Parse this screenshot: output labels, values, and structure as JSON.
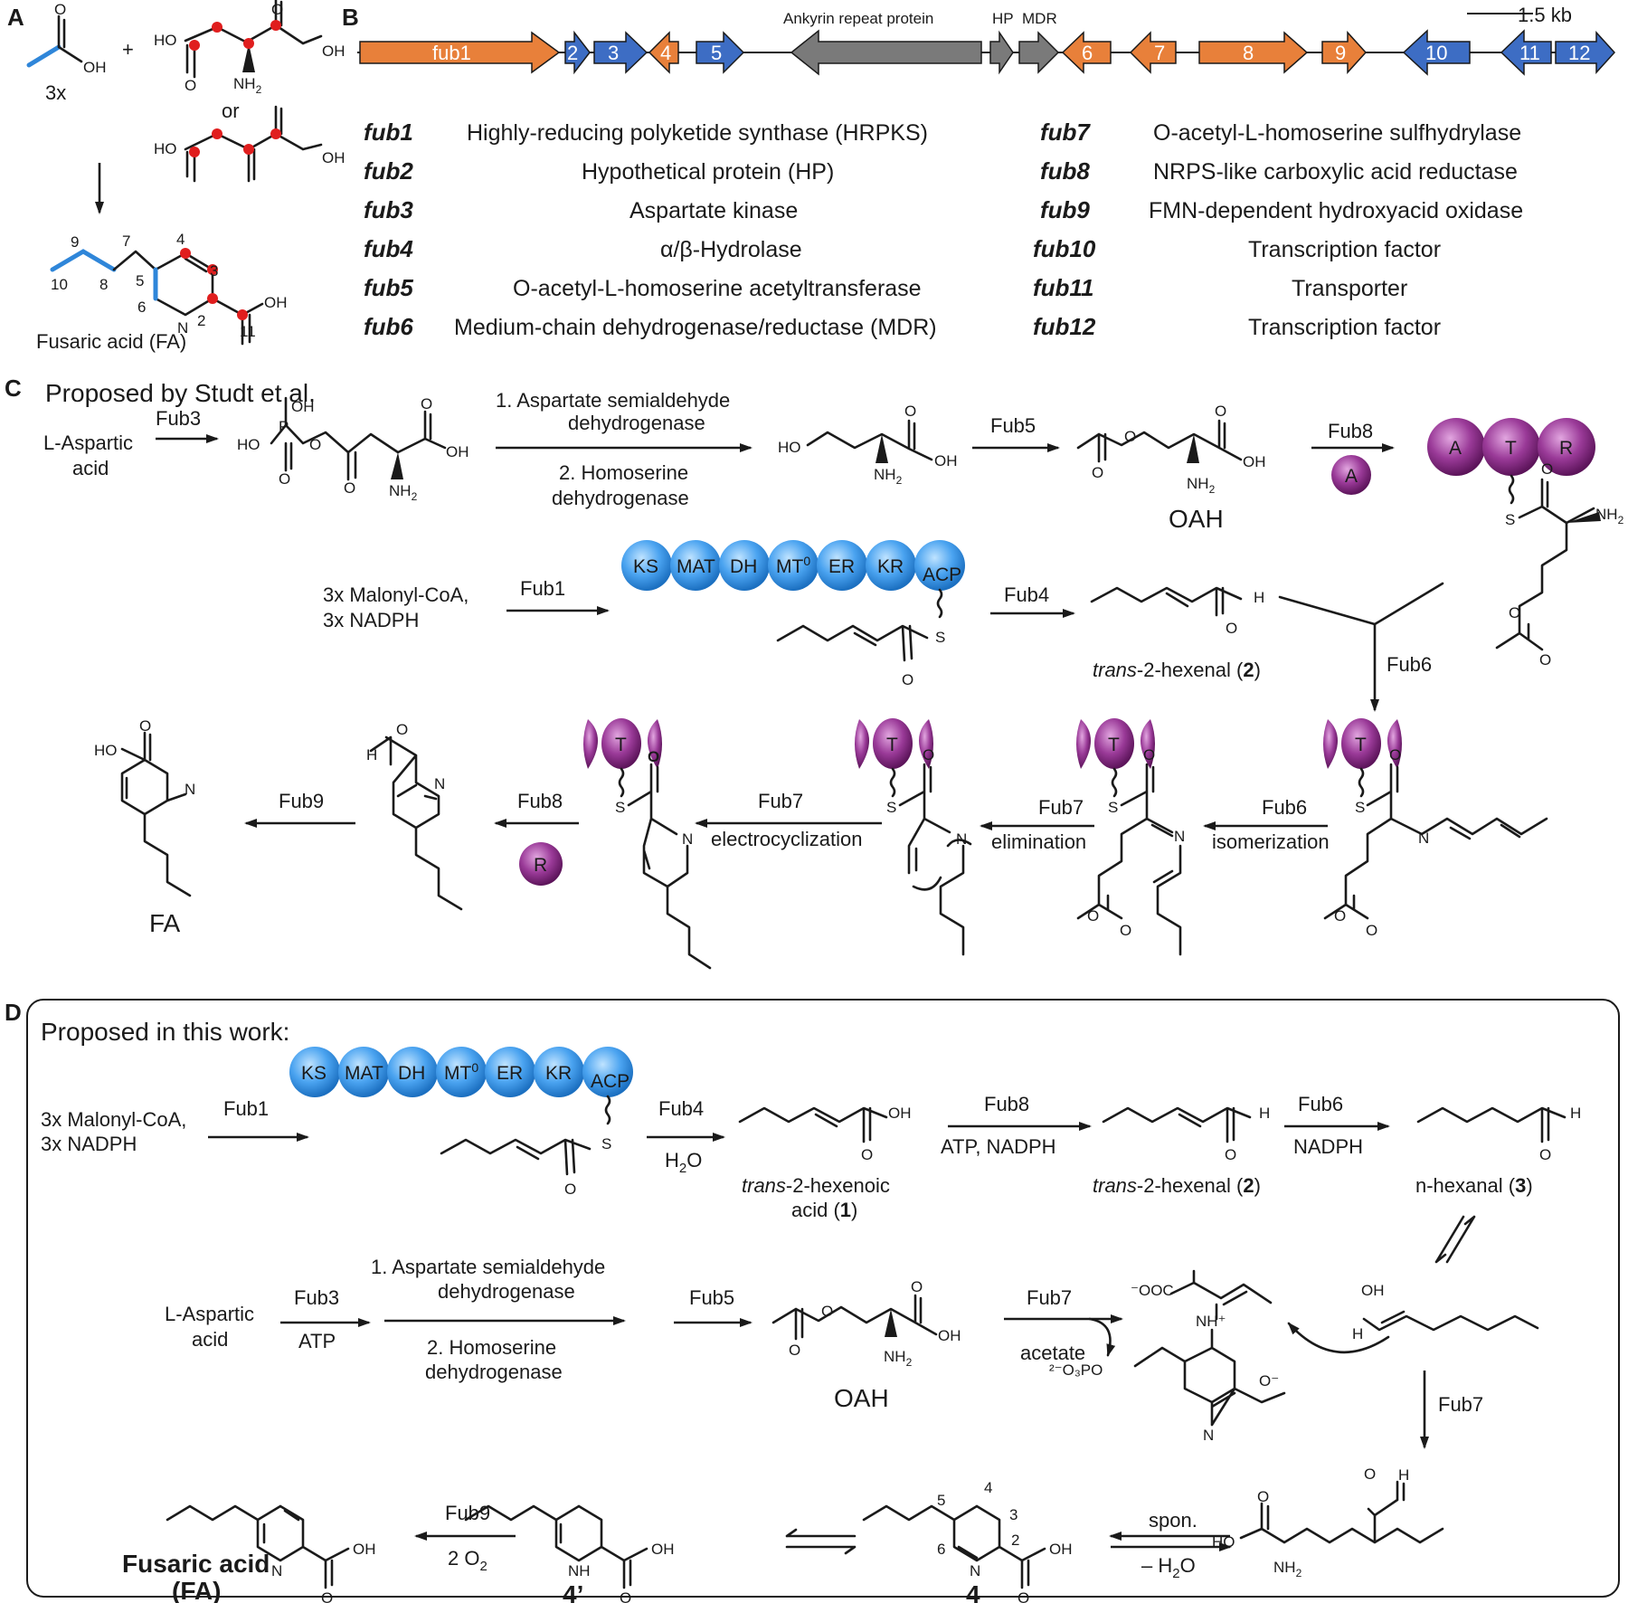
{
  "colors": {
    "pks_orange": "#e8803a",
    "regulator_blue": "#3d6dc4",
    "hypothetical_gray": "#7a7a7a",
    "domain_blue": "#4aa3f0",
    "carrier_purple": "#8e2a8c",
    "label_red": "#e01e1e",
    "acetate_blue": "#2f86d9"
  },
  "panels": {
    "a": "A",
    "b": "B",
    "c": "C",
    "d": "D"
  },
  "panel_a": {
    "stoich": "3x",
    "plus": "+",
    "or": "or",
    "oh": "OH",
    "ho": "HO",
    "o": "O",
    "nh2": "NH",
    "nh2_sub": "2",
    "n": "N",
    "product": "Fusaric acid (FA)",
    "atom_numbers": [
      "9",
      "7",
      "4",
      "3",
      "10",
      "8",
      "5",
      "6",
      "2",
      "11"
    ]
  },
  "panel_b": {
    "scale_bar": "1.5 kb",
    "labels_above": [
      "Ankyrin repeat protein",
      "HP",
      "MDR"
    ],
    "gene_arrows": [
      "fub1",
      "2",
      "3",
      "4",
      "5",
      "6",
      "7",
      "8",
      "9",
      "10",
      "11",
      "12"
    ],
    "genes_left": [
      {
        "id": "fub1",
        "desc": "Highly-reducing polyketide synthase (HRPKS)"
      },
      {
        "id": "fub2",
        "desc": "Hypothetical protein (HP)"
      },
      {
        "id": "fub3",
        "desc": "Aspartate kinase"
      },
      {
        "id": "fub4",
        "desc": "α/β-Hydrolase"
      },
      {
        "id": "fub5",
        "desc": "O-acetyl-L-homoserine acetyltransferase"
      },
      {
        "id": "fub6",
        "desc": "Medium-chain dehydrogenase/reductase (MDR)"
      }
    ],
    "genes_right": [
      {
        "id": "fub7",
        "desc": "O-acetyl-L-homoserine sulfhydrylase"
      },
      {
        "id": "fub8",
        "desc": "NRPS-like carboxylic acid reductase"
      },
      {
        "id": "fub9",
        "desc": "FMN-dependent hydroxyacid oxidase"
      },
      {
        "id": "fub10",
        "desc": "Transcription factor"
      },
      {
        "id": "fub11",
        "desc": "Transporter"
      },
      {
        "id": "fub12",
        "desc": "Transcription factor"
      }
    ]
  },
  "panel_c": {
    "title": "Proposed by Studt et al.",
    "start": "L-Aspartic",
    "start2": "acid",
    "fub3": "Fub3",
    "dehyd1": "1. Aspartate semialdehyde",
    "dehyd1b": "dehydrogenase",
    "dehyd2": "2. Homoserine",
    "dehyd2b": "dehydrogenase",
    "fub5": "Fub5",
    "oah": "OAH",
    "fub8": "Fub8",
    "malonyl": "3x Malonyl-CoA,",
    "nadph": "3x NADPH",
    "fub1": "Fub1",
    "fub4": "Fub4",
    "hexenal": "-2-hexenal (",
    "hexenal_trans": "trans",
    "hexenal_num": "2",
    "fub6": "Fub6",
    "fub9": "Fub9",
    "fub7a": "Fub7",
    "electro": "electrocyclization",
    "fub7b": "Fub7",
    "elim": "elimination",
    "isom": "isomerization",
    "fa": "FA",
    "domains_pks": [
      "KS",
      "MAT",
      "DH",
      "MT",
      "ER",
      "KR",
      "ACP"
    ],
    "mt_sup": "0",
    "nrps": [
      "A",
      "T",
      "R"
    ],
    "t": "T",
    "s": "S",
    "h": "H"
  },
  "panel_d": {
    "title": "Proposed in this work:",
    "malonyl": "3x Malonyl-CoA,",
    "nadph": "3x NADPH",
    "fub1": "Fub1",
    "fub4": "Fub4",
    "h2o": "H",
    "h2o_sub": "2",
    "h2o_o": "O",
    "hexenoic_a": "-2-hexenoic",
    "hexenoic_b": "acid (",
    "hexenoic_num": "1",
    "trans": "trans",
    "fub8": "Fub8",
    "atp_nadph": "ATP, NADPH",
    "hexenal": "-2-hexenal (",
    "hexenal_num": "2",
    "fub6": "Fub6",
    "nadph_only": "NADPH",
    "hexanal": "n-hexanal (",
    "hexanal_num": "3",
    "start": "L-Aspartic",
    "start2": "acid",
    "fub3": "Fub3",
    "atp": "ATP",
    "dehyd1": "1. Aspartate semialdehyde",
    "dehyd1b": "dehydrogenase",
    "dehyd2": "2. Homoserine",
    "dehyd2b": "dehydrogenase",
    "fub5": "Fub5",
    "oah": "OAH",
    "fub7": "Fub7",
    "acetate": "acetate",
    "fub7_down": "Fub7",
    "fub9": "Fub9",
    "o2": "2 O",
    "o2_sub": "2",
    "spon": "spon.",
    "minus_h2o": "– H",
    "fa_a": "Fusaric acid",
    "fa_b": "(FA)",
    "cmp4p": "4’",
    "cmp4": "4",
    "ring_numbers": [
      "5",
      "4",
      "3",
      "6",
      "2"
    ]
  }
}
